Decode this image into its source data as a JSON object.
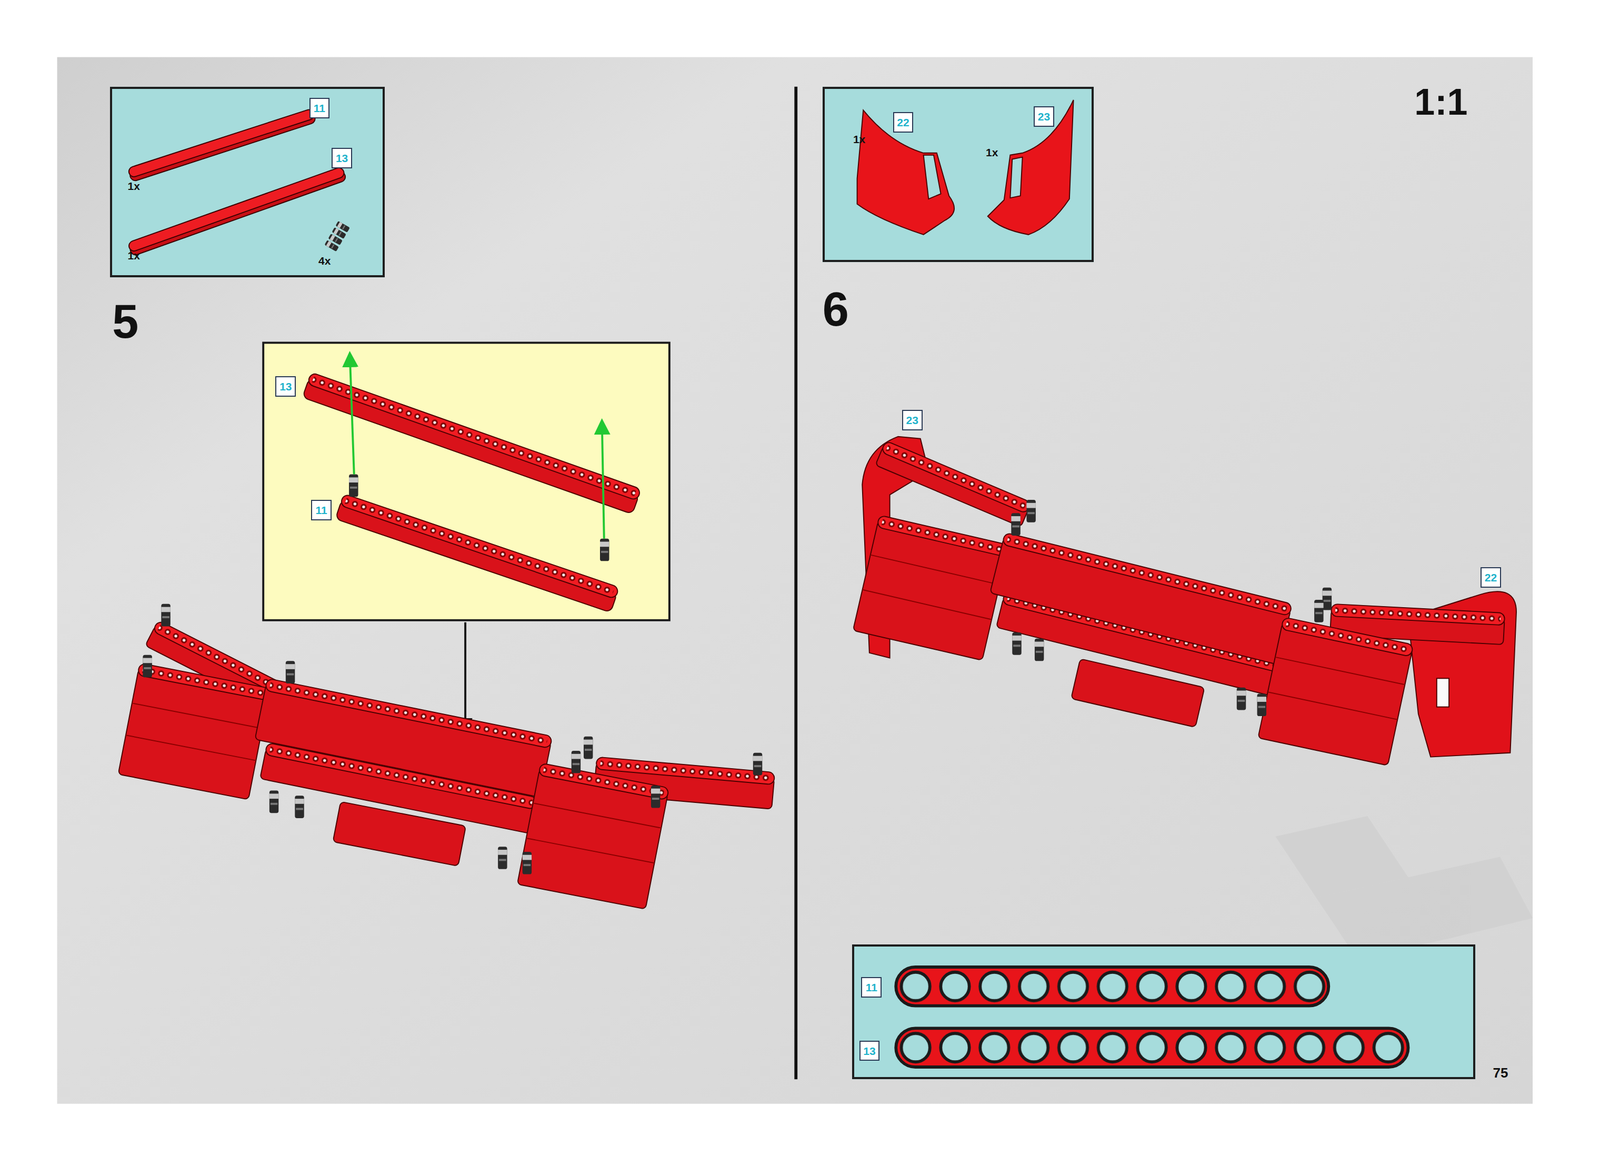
{
  "diagram": {
    "nodes": [
      {
        "text": [
          "1x",
          "1x",
          "4x"
        ]
      },
      {
        "text": [
          "11"
        ],
        "in": 0
      },
      {
        "text": [
          "13"
        ],
        "in": 0
      },
      {
        "text": [
          "13"
        ]
      },
      {
        "text": [
          "11"
        ]
      },
      {
        "text": [
          "1x",
          "1x"
        ]
      },
      {
        "text": [
          "22"
        ],
        "in": 5
      },
      {
        "text": [
          "23"
        ],
        "in": 5
      },
      {
        "text": [
          "23"
        ]
      },
      {
        "text": [
          "22"
        ]
      },
      {
        "text": [
          "1:1"
        ]
      },
      {
        "text": [
          "11"
        ],
        "in": 10
      },
      {
        "text": [
          "13"
        ],
        "in": 10
      }
    ],
    "labels": [
      "5",
      "6",
      "75"
    ]
  }
}
